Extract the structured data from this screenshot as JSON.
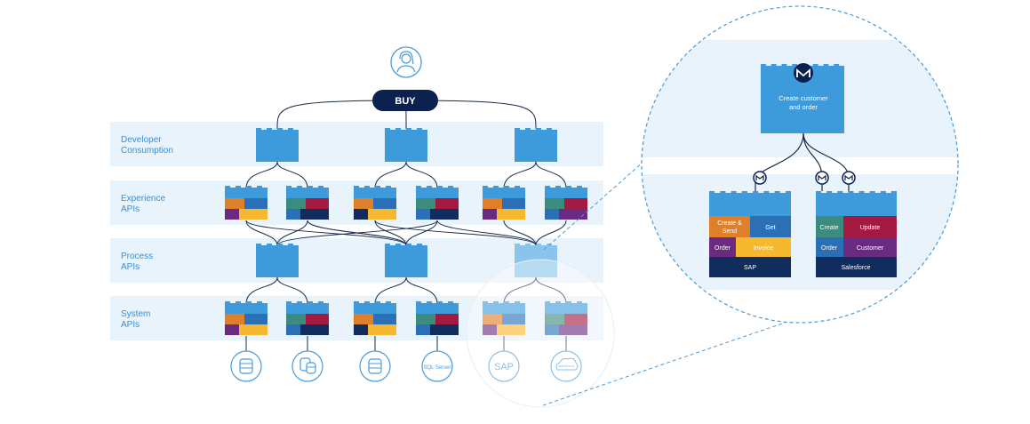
{
  "diagram": {
    "buy_label": "BUY",
    "bands": [
      {
        "line1": "Developer",
        "line2": "Consumption"
      },
      {
        "line1": "Experience",
        "line2": "APIs"
      },
      {
        "line1": "Process",
        "line2": "APIs"
      },
      {
        "line1": "System",
        "line2": "APIs"
      }
    ],
    "systems": [
      {
        "icon": "database-icon",
        "label": ""
      },
      {
        "icon": "database-stack-icon",
        "label": ""
      },
      {
        "icon": "database-icon",
        "label": ""
      },
      {
        "icon": "sql-server-icon",
        "label": "SQL Server"
      },
      {
        "icon": "sap-icon",
        "label": "SAP"
      },
      {
        "icon": "salesforce-icon",
        "label": "salesforce"
      }
    ],
    "user_icon": "user-icon",
    "mulesoft_icon": "mulesoft-logo-icon"
  },
  "zoom": {
    "process_title_line1": "Create customer",
    "process_title_line2": "and order",
    "sap": {
      "cells": [
        "Create &",
        "Send",
        "Get",
        "Order",
        "Invoice"
      ],
      "footer": "SAP"
    },
    "salesforce": {
      "cells": [
        "Create",
        "Update",
        "Order",
        "Customer"
      ],
      "footer": "Salesforce"
    }
  },
  "colors": {
    "band": "#e8f3fc",
    "block_blue": "#3d9bdc",
    "buy_navy": "#0b2150",
    "orange": "#e07f29",
    "mid_blue": "#2b6fb6",
    "purple": "#6a2a7f",
    "yellow": "#f5b82e",
    "teal": "#3b8b7e",
    "crimson": "#a3193f",
    "navy": "#112d5e",
    "dashed_line": "#4a9ad8"
  }
}
